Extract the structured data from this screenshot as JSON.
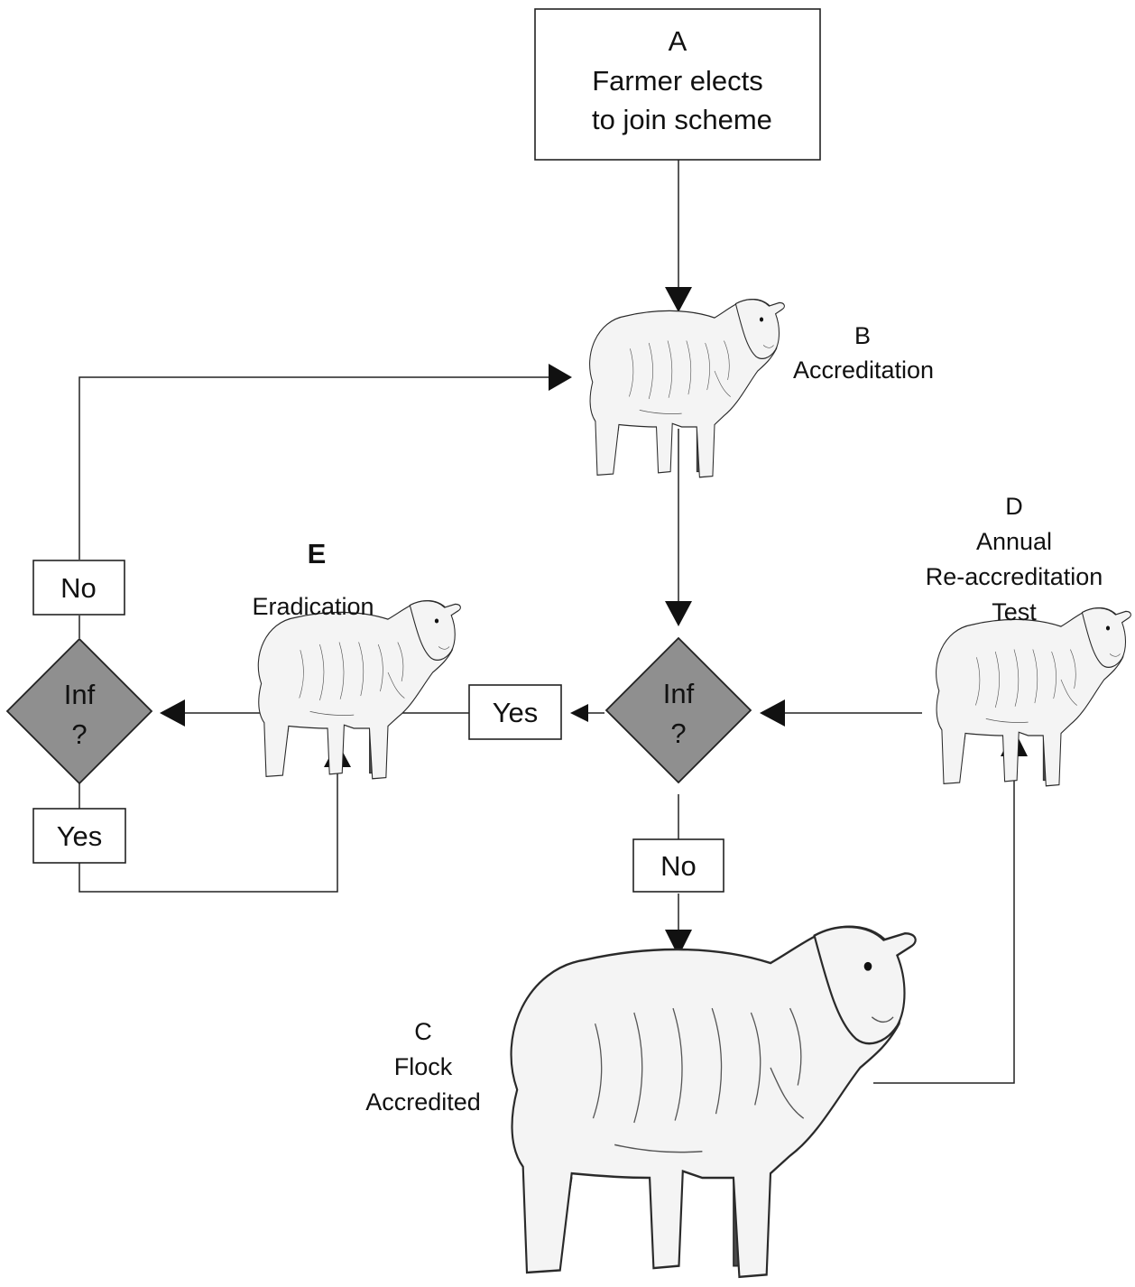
{
  "nodes": {
    "a": {
      "letter": "A",
      "line1": "Farmer elects",
      "line2": "to join scheme"
    },
    "b": {
      "letter": "B",
      "label": "Accreditation"
    },
    "c": {
      "letter": "C",
      "line1": "Flock",
      "line2": "Accredited"
    },
    "d": {
      "letter": "D",
      "line1": "Annual",
      "line2": "Re-accreditation",
      "line3": "Test"
    },
    "e": {
      "letter": "E",
      "label": "Eradication"
    }
  },
  "decisions": {
    "center": {
      "line1": "Inf",
      "line2": "?"
    },
    "left": {
      "line1": "Inf",
      "line2": "?"
    }
  },
  "answers": {
    "center_yes": "Yes",
    "center_no": "No",
    "left_no": "No",
    "left_yes": "Yes"
  },
  "colors": {
    "decision_fill": "#8f8f8f",
    "line": "#222222",
    "sheep_legs": "#4a4a4a"
  }
}
